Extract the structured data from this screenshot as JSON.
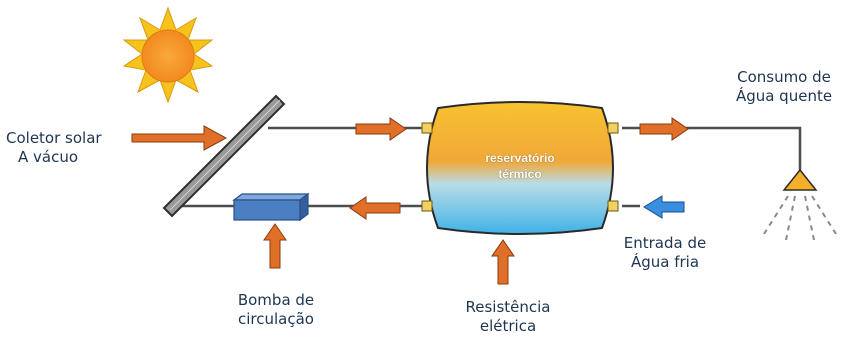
{
  "labels": {
    "collector_line1": "Coletor solar",
    "collector_line2": "A vácuo",
    "consumption_line1": "Consumo de",
    "consumption_line2": "Água quente",
    "tank_line1": "reservatório",
    "tank_line2": "térmico",
    "inlet_line1": "Entrada de",
    "inlet_line2": "Água fria",
    "pump_line1": "Bomba de",
    "pump_line2": "circulação",
    "heater_line1": "Resistência",
    "heater_line2": "elétrica"
  },
  "colors": {
    "arrow_orange": "#e07028",
    "arrow_blue": "#3a8ee0",
    "pipe": "#555555",
    "sun_yellow": "#f6c21c",
    "pump_blue": "#4a7fc4",
    "tank_top": "#f7c43a",
    "tank_bottom": "#4bb8e8"
  },
  "icons": [
    "sun-icon",
    "shower-head-icon"
  ]
}
